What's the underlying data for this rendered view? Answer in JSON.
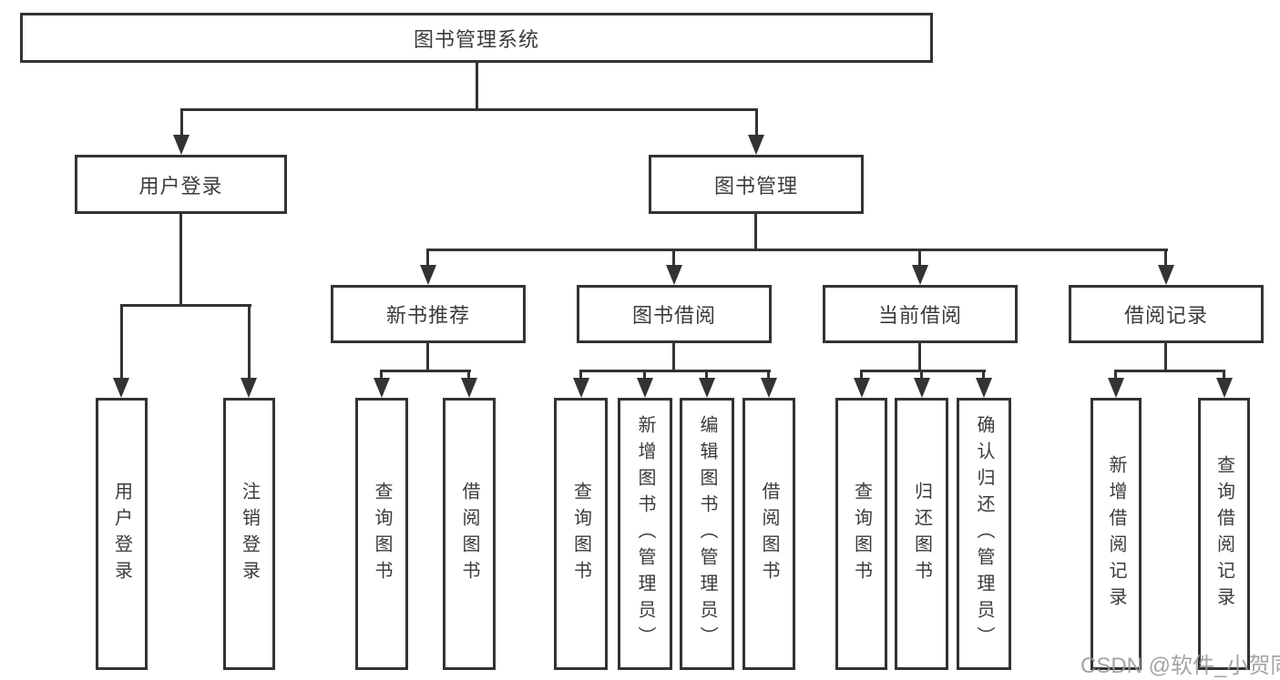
{
  "colors": {
    "line": "#333333",
    "node_border": "#333333",
    "node_text": "#3b3b3b",
    "background": "#ffffff",
    "watermark": "#9a9a9a"
  },
  "watermark": {
    "text": "CSDN @软件_小贺同学"
  },
  "tree": {
    "root": {
      "label": "图书管理系统"
    },
    "children": [
      {
        "label": "用户登录",
        "children": [
          {
            "label": "用户登录"
          },
          {
            "label": "注销登录"
          }
        ]
      },
      {
        "label": "图书管理",
        "children": [
          {
            "label": "新书推荐",
            "children": [
              {
                "label": "查询图书"
              },
              {
                "label": "借阅图书"
              }
            ]
          },
          {
            "label": "图书借阅",
            "children": [
              {
                "label": "查询图书"
              },
              {
                "label": "新增图书（管理员）"
              },
              {
                "label": "编辑图书（管理员）"
              },
              {
                "label": "借阅图书"
              }
            ]
          },
          {
            "label": "当前借阅",
            "children": [
              {
                "label": "查询图书"
              },
              {
                "label": "归还图书"
              },
              {
                "label": "确认归还（管理员）"
              }
            ]
          },
          {
            "label": "借阅记录",
            "children": [
              {
                "label": "新增借阅记录"
              },
              {
                "label": "查询借阅记录"
              }
            ]
          }
        ]
      }
    ]
  }
}
